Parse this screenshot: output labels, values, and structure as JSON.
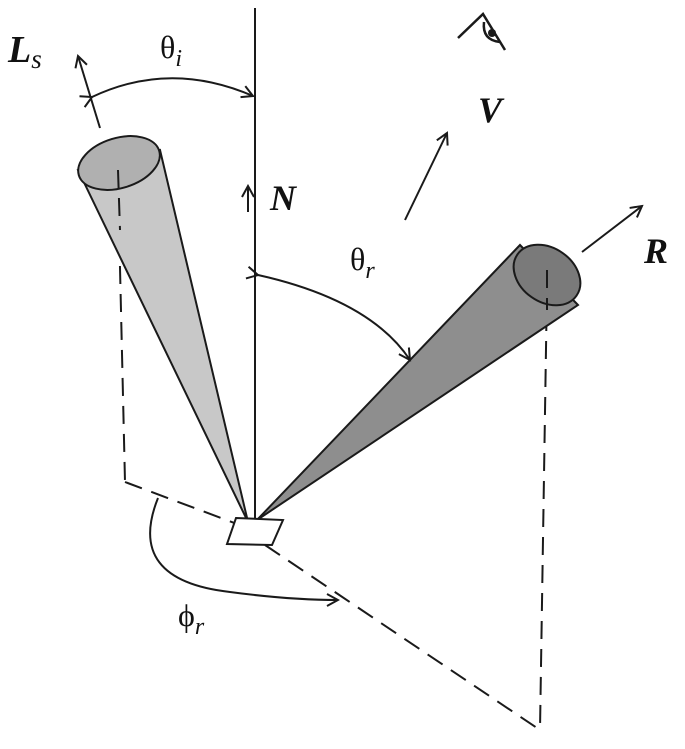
{
  "labels": {
    "source": "L",
    "source_sub": "s",
    "normal": "N",
    "view": "V",
    "reflect": "R",
    "theta_i": "θ",
    "theta_i_sub": "i",
    "theta_r": "θ",
    "theta_r_sub": "r",
    "phi_r": "ϕ",
    "phi_r_sub": "r"
  },
  "colors": {
    "line": "#1a1a1a",
    "source_cone": "#c8c8c8",
    "source_cap": "#b0b0b0",
    "reflect_cone": "#8e8e8e",
    "reflect_cap": "#7a7a7a",
    "background": "#ffffff"
  },
  "icons": {
    "viewer": "eye-icon"
  }
}
